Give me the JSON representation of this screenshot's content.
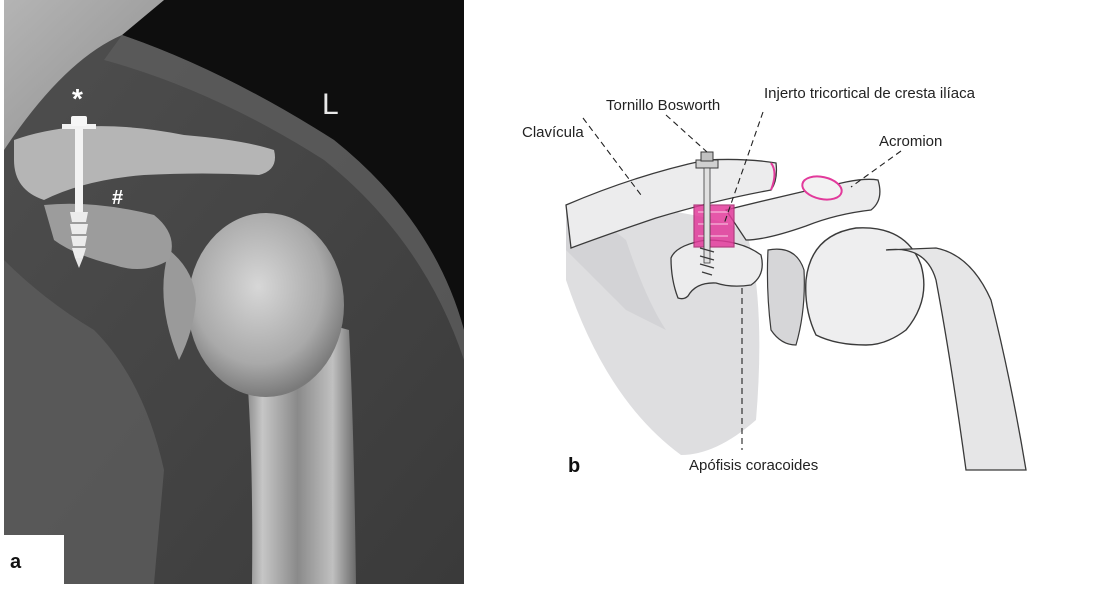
{
  "panel_a": {
    "letter": "a",
    "side_marker": "L",
    "screw_marker": "*",
    "graft_marker": "#"
  },
  "panel_b": {
    "letter": "b",
    "labels": {
      "screw": "Tornillo Bosworth",
      "graft": "Injerto tricortical de cresta ilíaca",
      "clavicle": "Clavícula",
      "acromion": "Acromion",
      "coracoid": "Apófisis coracoides"
    }
  },
  "colors": {
    "graft_highlight": "#e23a9b",
    "xray_dark": "#0e0e0e",
    "xray_bone": "#cfcfcf",
    "sketch_line": "#3a3a3a",
    "sketch_shadow": "#d9d9db"
  }
}
